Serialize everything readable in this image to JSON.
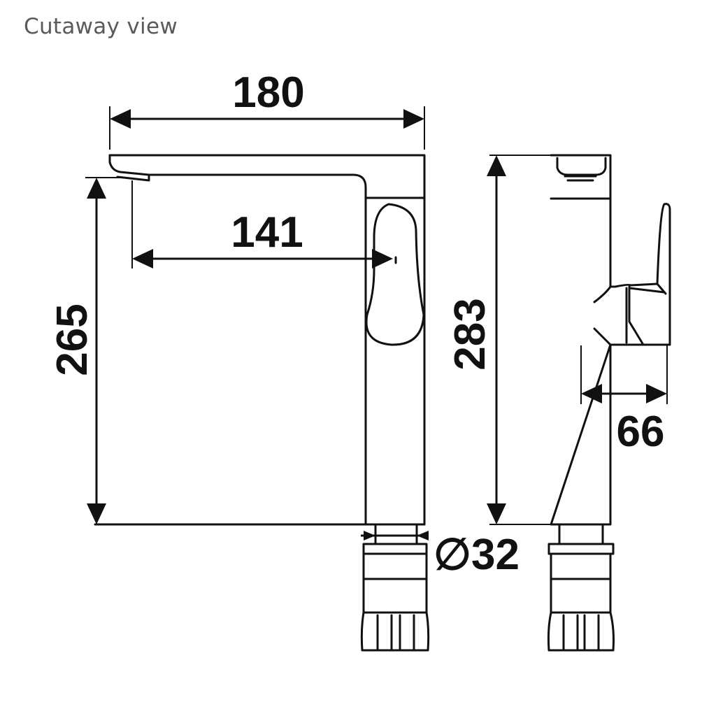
{
  "caption": "Cutaway view",
  "dimensions": {
    "total_length": "180",
    "spout_reach": "141",
    "spout_height": "265",
    "total_height": "283",
    "handle_depth": "66",
    "tail_diameter": "∅32"
  },
  "colors": {
    "line": "#111111",
    "caption": "#5a5a5a",
    "background": "#ffffff"
  }
}
